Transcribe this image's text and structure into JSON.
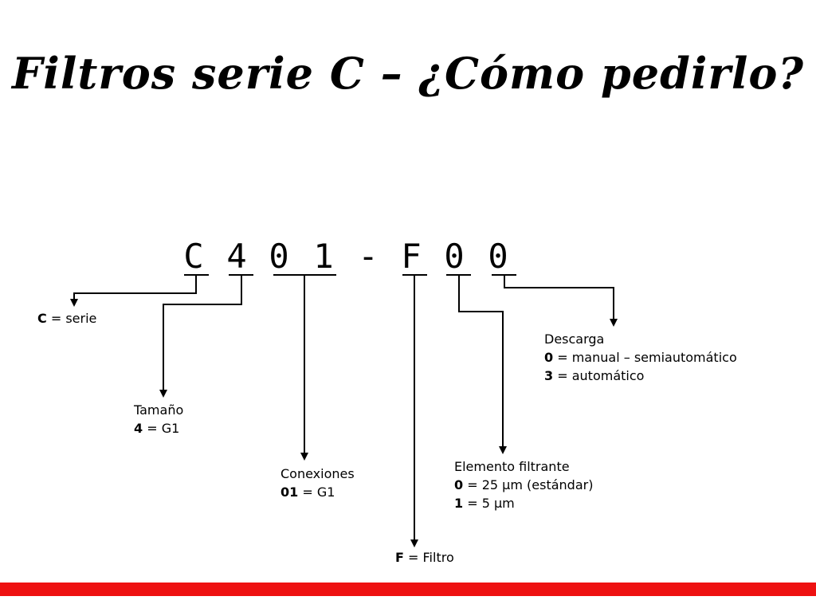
{
  "title": "Filtros serie C – ¿Cómo pedirlo?",
  "code": {
    "c": "C",
    "d1": "4",
    "d2": "0",
    "d3": "1",
    "dash": "-",
    "f": "F",
    "d4": "0",
    "d5": "0"
  },
  "labels": {
    "serie": {
      "key": "C",
      "rest": " = serie"
    },
    "tamano": {
      "heading": "Tamaño",
      "key": "4",
      "rest": " = G1"
    },
    "conexiones": {
      "heading": "Conexiones",
      "key": "01",
      "rest": " = G1"
    },
    "filtro": {
      "key": "F",
      "rest": " = Filtro"
    },
    "elemento": {
      "heading": "Elemento filtrante",
      "line1_key": "0",
      "line1_rest": " = 25 μm (estándar)",
      "line2_key": "1",
      "line2_rest": " = 5 μm"
    },
    "descarga": {
      "heading": "Descarga",
      "line1_key": "0",
      "line1_rest": " = manual – semiautomático",
      "line2_key": "3",
      "line2_rest": " = automático"
    }
  },
  "colors": {
    "accent_bar": "#ee1111",
    "ink": "#000000"
  }
}
